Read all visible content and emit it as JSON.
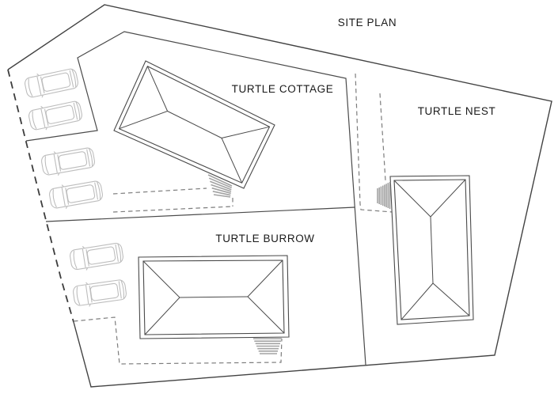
{
  "title": "SITE PLAN",
  "buildings": [
    {
      "label": "TURTLE COTTAGE"
    },
    {
      "label": "TURTLE NEST"
    },
    {
      "label": "TURTLE BURROW"
    }
  ],
  "site": {
    "parked_cars": 6,
    "stair_entrances": 3,
    "footpath_style": "dashed",
    "west_boundary_style": "dashed"
  },
  "colors": {
    "background": "#ffffff",
    "outline": "#424242",
    "text": "#1a1a1a",
    "car_outline": "#bdbdbd",
    "steps": "#a3a3a3",
    "footpath": "#7d7d7d"
  }
}
